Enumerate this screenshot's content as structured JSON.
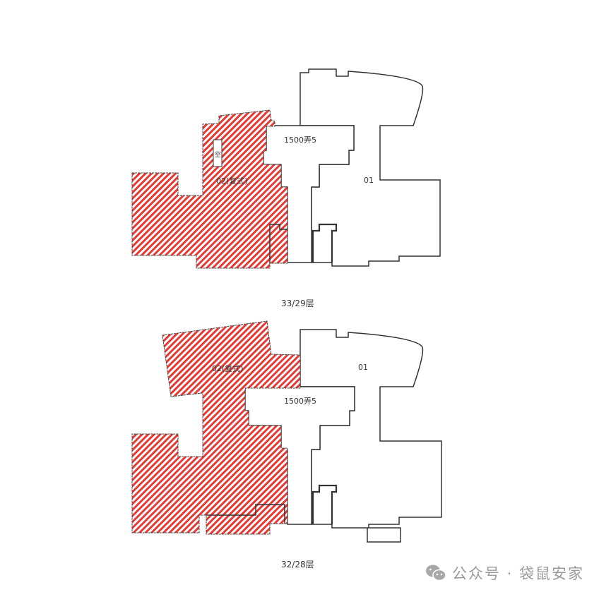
{
  "plans": [
    {
      "caption": "33/29层",
      "labels": {
        "unit_02": "02(复式)",
        "unit_01": "01",
        "building": "1500弄5",
        "void": "空"
      }
    },
    {
      "caption": "32/28层",
      "labels": {
        "unit_02": "02(复式)",
        "unit_01": "01",
        "building": "1500弄5"
      }
    }
  ],
  "colors": {
    "hatch": "#e53935",
    "outline": "#333333"
  },
  "watermark": {
    "icon": "wechat-icon",
    "text": "公众号 · 袋鼠安家"
  }
}
